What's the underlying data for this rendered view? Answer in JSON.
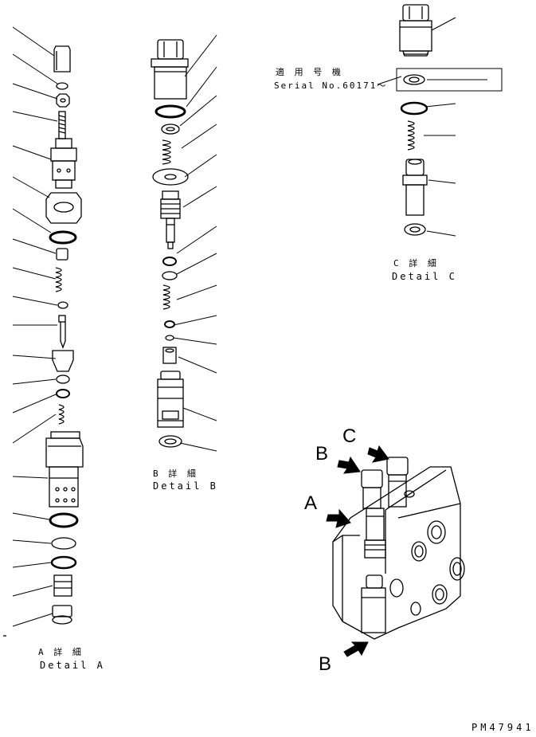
{
  "detail_a": {
    "jp": "A 詳 細",
    "en": "Detail A"
  },
  "detail_b": {
    "jp": "B 詳 細",
    "en": "Detail B"
  },
  "detail_c": {
    "jp": "C 詳 細",
    "en": "Detail C"
  },
  "serial_note": {
    "jp": "適 用 号 機",
    "en": "Serial No.60171～"
  },
  "view_labels": {
    "a": "A",
    "b_top": "B",
    "b_bottom": "B",
    "c": "C"
  },
  "drawing_id": "PM47941"
}
